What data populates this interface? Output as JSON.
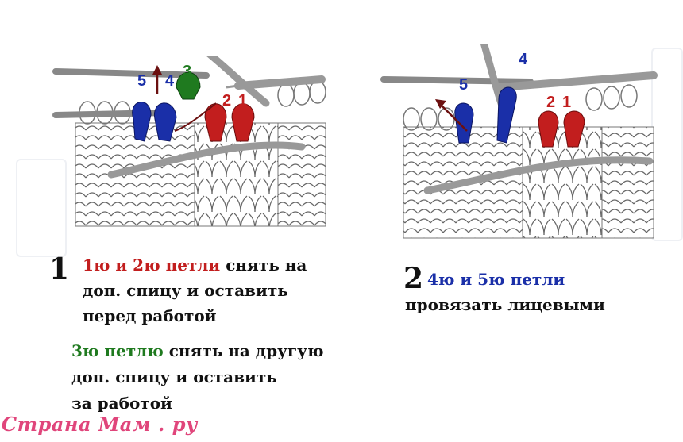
{
  "step1": {
    "number": "1",
    "caption_a_highlight": "1ю и 2ю петли",
    "caption_a_rest": " снять на",
    "caption_a_line2": "доп. спицу и оставить",
    "caption_a_line3": "перед работой",
    "caption_b_highlight": "3ю петлю",
    "caption_b_rest": " снять на другую",
    "caption_b_line2": "доп. спицу и оставить",
    "caption_b_line3": "за работой",
    "loop_labels": [
      "5",
      "4",
      "3",
      "2",
      "1"
    ]
  },
  "step2": {
    "number": "2",
    "caption_highlight": "4ю и 5ю петли",
    "caption_line2": "провязать лицевыми",
    "loop_labels": [
      "5",
      "4",
      "2",
      "1"
    ]
  },
  "watermark": "Страна Мам . ру",
  "colors": {
    "red": "#c21e1e",
    "green": "#1f7a1f",
    "blue": "#1a2fa8",
    "watermark": "#e0457b"
  }
}
